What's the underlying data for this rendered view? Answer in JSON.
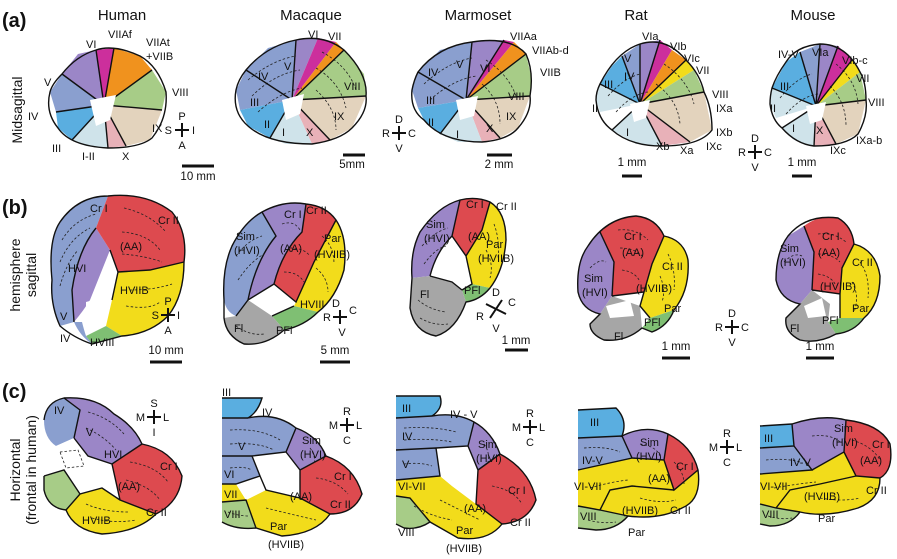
{
  "colors": {
    "lobule_I_II": "#cfe3ea",
    "lobule_III": "#5aaee0",
    "lobule_IV_V": "#8a9fcf",
    "lobule_VI": "#9b86c7",
    "lobule_VIIAf": "#cc2f9c",
    "lobule_VIIAt": "#f0921e",
    "lobule_VIII": "#a7cc87",
    "lobule_IX": "#e3d3bd",
    "lobule_X": "#e8b1b8",
    "Sim_HVI": "#9b86c7",
    "CrI_CrII_AA": "#dd4a4f",
    "Par_HVIIB": "#f2dc1b",
    "PFl_HVIII": "#7fbf73",
    "Fl": "#a6a6a6",
    "outline": "#111111"
  },
  "panels": {
    "a": "(a)",
    "b": "(b)",
    "c": "(c)"
  },
  "species": [
    "Human",
    "Macaque",
    "Marmoset",
    "Rat",
    "Mouse"
  ],
  "row_labels": {
    "a": "Midsagittal",
    "b_line1": "hemisphere",
    "b_line2": "sagittal",
    "c_line1": "Horizontal",
    "c_line2": "(frontal in human)"
  },
  "axes": {
    "human_sag": {
      "top": "P",
      "left": "S",
      "right": "I",
      "bottom": "A"
    },
    "rcdv": {
      "top": "D",
      "left": "R",
      "right": "C",
      "bottom": "V"
    },
    "human_hor": {
      "top": "S",
      "left": "M",
      "right": "L",
      "bottom": "I"
    },
    "rml": {
      "top": "R",
      "left": "M",
      "right": "L",
      "bottom": "C"
    }
  },
  "scale_bars": {
    "human_a": "10 mm",
    "macaque_a": "5mm",
    "marmoset_a": "2 mm",
    "rat_a": "1 mm",
    "mouse_a": "1 mm",
    "human_b": "10 mm",
    "macaque_b": "5 mm",
    "marmoset_b": "1 mm",
    "rat_b": "1 mm",
    "mouse_b": "1 mm"
  },
  "labels": {
    "human_a": [
      "VIIAf",
      "VI",
      "VIIAt",
      "+VIIB",
      "V",
      "VIII",
      "IV",
      "IX",
      "III",
      "I-II",
      "X"
    ],
    "macaque_a": [
      "VI",
      "VII",
      "IV",
      "V",
      "VIII",
      "III",
      "IX",
      "II",
      "X",
      "I"
    ],
    "marmoset_a": [
      "VIIAa",
      "VIIAb-d",
      "VIIB",
      "IV",
      "V",
      "VI",
      "III",
      "VIII",
      "II",
      "IX",
      "X",
      "I"
    ],
    "rat_a": [
      "VIa",
      "VIb",
      "VIc",
      "V",
      "IV",
      "III",
      "VII",
      "VIII",
      "II",
      "IXa",
      "IXb",
      "I",
      "Xb",
      "Xa",
      "IXc"
    ],
    "mouse_a": [
      "IV-V",
      "VIa",
      "VIb-c",
      "VII",
      "III",
      "VIII",
      "II",
      "IXa-b",
      "I",
      "X",
      "IXc"
    ],
    "human_b": [
      "Cr I",
      "Cr II",
      "(AA)",
      "HVI",
      "HVIIB",
      "V",
      "IV",
      "HVIII"
    ],
    "macaque_b": [
      "Cr I",
      "Cr II",
      "Sim",
      "(HVI)",
      "(AA)",
      "Par",
      "(HVIIB)",
      "HVIII",
      "Fl",
      "PFl"
    ],
    "marmoset_b": [
      "Cr I",
      "Cr II",
      "Sim",
      "(HVI)",
      "(AA)",
      "Par",
      "(HVIIB)",
      "Fl",
      "PFl"
    ],
    "rat_b": [
      "Cr I",
      "(AA)",
      "Cr II",
      "Sim",
      "(HVI)",
      "(HVIIB)",
      "PFl",
      "Par",
      "Fl"
    ],
    "mouse_b": [
      "Cr I",
      "(AA)",
      "Sim",
      "(HVI)",
      "Cr II",
      "(HVIIB)",
      "Par",
      "PFl",
      "Fl"
    ],
    "human_c": [
      "IV",
      "V",
      "HVI",
      "Cr I",
      "(AA)",
      "HVIIB",
      "Cr II"
    ],
    "macaque_c": [
      "III",
      "IV",
      "V",
      "Sim",
      "(HVI)",
      "VI",
      "Cr I",
      "VII",
      "(AA)",
      "VIII",
      "Cr II",
      "Par",
      "(HVIIB)"
    ],
    "marmoset_c": [
      "III",
      "IV - V",
      "IV",
      "Sim",
      "(HVI)",
      "V",
      "VI-VII",
      "Cr I",
      "(AA)",
      "Cr II",
      "VIII",
      "Par",
      "(HVIIB)"
    ],
    "rat_c": [
      "III",
      "Sim",
      "IV-V",
      "(HVI)",
      "Cr I",
      "(AA)",
      "VI-VII",
      "VIII",
      "(HVIIB)",
      "Cr II",
      "Par"
    ],
    "mouse_c": [
      "III",
      "Sim",
      "(HVI)",
      "Cr I",
      "IV-V",
      "(AA)",
      "VI-VII",
      "(HVIIB)",
      "Cr II",
      "VIII",
      "Par"
    ]
  }
}
